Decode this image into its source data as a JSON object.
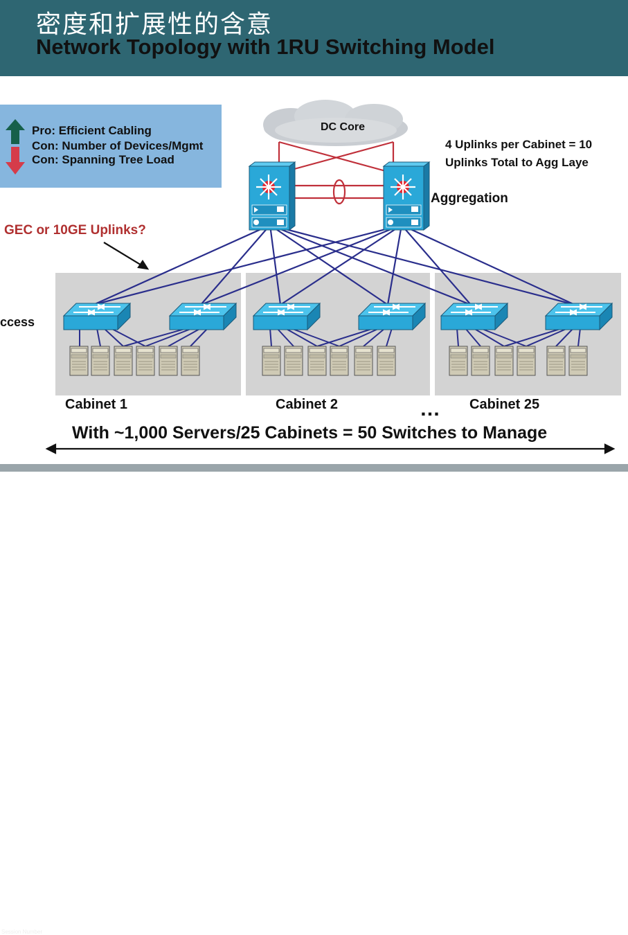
{
  "header": {
    "title_cn": "密度和扩展性的含意",
    "title_en": "Network Topology with 1RU Switching Model"
  },
  "info_box": {
    "pro": "Pro: Efficient Cabling",
    "con_devices": "Con: Number of Devices/Mgmt",
    "con_stp": "Con: Spanning Tree Load"
  },
  "core": {
    "label": "DC Core"
  },
  "uplinks_note": {
    "line1": "4 Uplinks per Cabinet = 10",
    "line2": "Uplinks Total to Agg Laye"
  },
  "aggregation_label": "Aggregation",
  "gec_question": "GEC or 10GE Uplinks?",
  "access_label": "ccess",
  "cabinets": [
    {
      "label": "Cabinet 1"
    },
    {
      "label": "Cabinet 2"
    },
    {
      "label": "Cabinet 25"
    }
  ],
  "ellipsis": "…",
  "summary": "With ~1,000 Servers/25 Cabinets = 50 Switches to Manage",
  "footer": {
    "session": "Session Number"
  },
  "colors": {
    "header_bg": "#2e6672",
    "info_bg": "#86b6de",
    "switch_blue": "#2aa8d8",
    "core_link": "#c0303a",
    "access_link": "#2a2e8c",
    "question_red": "#b03030"
  }
}
